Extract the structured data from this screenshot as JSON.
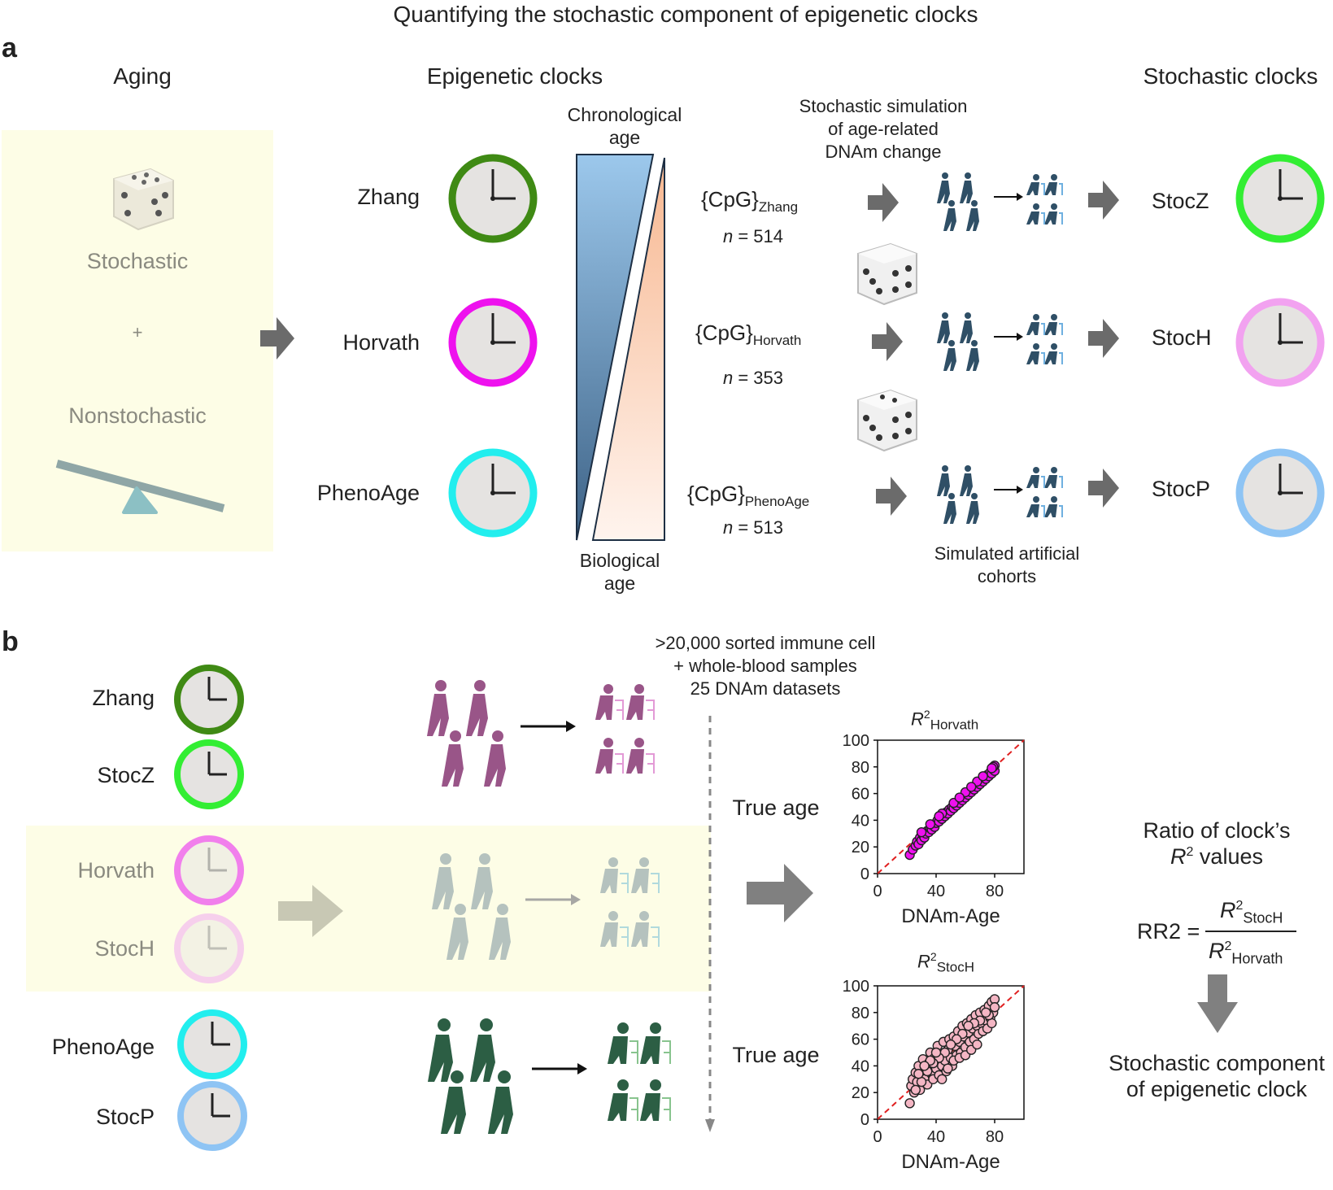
{
  "title": "Quantifying the stochastic component of epigenetic clocks",
  "panel_a": {
    "letter": "a",
    "aging_header": "Aging",
    "aging_stochastic": "Stochastic",
    "aging_plus": "+",
    "aging_nonstochastic": "Nonstochastic",
    "epi_header": "Epigenetic clocks",
    "stoch_header": "Stochastic clocks",
    "chrono_line1": "Chronological",
    "chrono_line2": "age",
    "bio_line1": "Biological",
    "bio_line2": "age",
    "sim_line1": "Stochastic simulation",
    "sim_line2": "of age-related",
    "sim_line3": "DNAm change",
    "cohorts_line1": "Simulated artificial",
    "cohorts_line2": "cohorts",
    "clocks": [
      {
        "name": "Zhang",
        "cpg_main": "{CpG}",
        "cpg_sub": "Zhang",
        "n_label": "n",
        "n_value": " = 514",
        "stoc": "StocZ",
        "color": "#3f8a14",
        "stoc_color": "#33ee33"
      },
      {
        "name": "Horvath",
        "cpg_main": "{CpG}",
        "cpg_sub": "Horvath",
        "n_label": "n",
        "n_value": " = 353",
        "stoc": "StocH",
        "color": "#ee11ee",
        "stoc_color": "#f2a2f0"
      },
      {
        "name": "PhenoAge",
        "cpg_main": "{CpG}",
        "cpg_sub": "PhenoAge",
        "n_label": "n",
        "n_value": " = 513",
        "stoc": "StocP",
        "color": "#22eeee",
        "stoc_color": "#8ec4f4"
      }
    ]
  },
  "panel_b": {
    "letter": "b",
    "clock_labels": [
      "Zhang",
      "StocZ",
      "Horvath",
      "StocH",
      "PhenoAge",
      "StocP"
    ],
    "samples_line1": ">20,000 sorted immune cell",
    "samples_line2": "+ whole-blood samples",
    "samples_line3": "25 DNAm datasets",
    "true_age": "True age",
    "ratio_line1": "Ratio of clock’s",
    "ratio_r": "R",
    "ratio_sup": "2",
    "ratio_line2_rest": " values",
    "rr2_label": "RR2 =",
    "num_r": "R",
    "num_sup": "2",
    "num_sub": "StocH",
    "den_r": "R",
    "den_sup": "2",
    "den_sub": "Horvath",
    "component_line1": "Stochastic component",
    "component_line2": "of epigenetic clock"
  },
  "chart_data": [
    {
      "type": "scatter",
      "title_r": "R",
      "title_sup": "2",
      "title_sub": "Horvath",
      "xlabel": "DNAm-Age",
      "ylabel": "True age",
      "xlim": [
        0,
        100
      ],
      "ylim": [
        0,
        100
      ],
      "xticks": [
        0,
        40,
        80
      ],
      "yticks": [
        0,
        20,
        40,
        60,
        80,
        100
      ],
      "tick_labels_x": [
        "0",
        "40",
        "80"
      ],
      "tick_labels_y": [
        "0",
        "20",
        "40",
        "60",
        "80",
        "100"
      ],
      "point_color": "#ee11ee",
      "reference_line": "y = x (red dashed)",
      "points": [
        [
          22,
          14
        ],
        [
          24,
          18
        ],
        [
          26,
          21
        ],
        [
          27,
          24
        ],
        [
          28,
          22
        ],
        [
          29,
          27
        ],
        [
          30,
          25
        ],
        [
          31,
          29
        ],
        [
          32,
          27
        ],
        [
          33,
          30
        ],
        [
          34,
          32
        ],
        [
          35,
          31
        ],
        [
          36,
          34
        ],
        [
          37,
          33
        ],
        [
          38,
          36
        ],
        [
          39,
          35
        ],
        [
          40,
          38
        ],
        [
          41,
          40
        ],
        [
          42,
          39
        ],
        [
          43,
          42
        ],
        [
          44,
          41
        ],
        [
          45,
          44
        ],
        [
          46,
          43
        ],
        [
          47,
          46
        ],
        [
          48,
          45
        ],
        [
          49,
          48
        ],
        [
          50,
          47
        ],
        [
          51,
          50
        ],
        [
          52,
          49
        ],
        [
          53,
          52
        ],
        [
          54,
          51
        ],
        [
          55,
          54
        ],
        [
          56,
          53
        ],
        [
          57,
          56
        ],
        [
          58,
          55
        ],
        [
          59,
          58
        ],
        [
          60,
          57
        ],
        [
          61,
          60
        ],
        [
          62,
          59
        ],
        [
          63,
          62
        ],
        [
          64,
          61
        ],
        [
          65,
          64
        ],
        [
          66,
          63
        ],
        [
          67,
          66
        ],
        [
          68,
          65
        ],
        [
          69,
          68
        ],
        [
          70,
          67
        ],
        [
          71,
          70
        ],
        [
          72,
          69
        ],
        [
          73,
          72
        ],
        [
          74,
          71
        ],
        [
          75,
          74
        ],
        [
          76,
          73
        ],
        [
          77,
          76
        ],
        [
          78,
          75
        ],
        [
          79,
          78
        ],
        [
          80,
          77
        ],
        [
          80,
          81
        ],
        [
          79,
          80
        ],
        [
          78,
          79
        ],
        [
          36,
          37
        ],
        [
          44,
          45
        ],
        [
          52,
          53
        ],
        [
          60,
          61
        ],
        [
          68,
          69
        ],
        [
          30,
          31
        ],
        [
          42,
          43
        ],
        [
          56,
          57
        ],
        [
          64,
          65
        ],
        [
          72,
          73
        ]
      ]
    },
    {
      "type": "scatter",
      "title_r": "R",
      "title_sup": "2",
      "title_sub": "StocH",
      "xlabel": "DNAm-Age",
      "ylabel": "True age",
      "xlim": [
        0,
        100
      ],
      "ylim": [
        0,
        100
      ],
      "xticks": [
        0,
        40,
        80
      ],
      "yticks": [
        0,
        20,
        40,
        60,
        80,
        100
      ],
      "tick_labels_x": [
        "0",
        "40",
        "80"
      ],
      "tick_labels_y": [
        "0",
        "20",
        "40",
        "60",
        "80",
        "100"
      ],
      "point_color": "#f4b6c4",
      "reference_line": "y = x (red dashed)",
      "points": [
        [
          22,
          12
        ],
        [
          23,
          25
        ],
        [
          24,
          30
        ],
        [
          25,
          20
        ],
        [
          26,
          35
        ],
        [
          27,
          28
        ],
        [
          28,
          40
        ],
        [
          29,
          22
        ],
        [
          30,
          33
        ],
        [
          31,
          45
        ],
        [
          32,
          30
        ],
        [
          33,
          38
        ],
        [
          34,
          26
        ],
        [
          35,
          42
        ],
        [
          36,
          50
        ],
        [
          37,
          35
        ],
        [
          38,
          30
        ],
        [
          39,
          46
        ],
        [
          40,
          38
        ],
        [
          41,
          55
        ],
        [
          42,
          33
        ],
        [
          43,
          48
        ],
        [
          44,
          40
        ],
        [
          45,
          58
        ],
        [
          46,
          44
        ],
        [
          47,
          36
        ],
        [
          48,
          52
        ],
        [
          49,
          60
        ],
        [
          50,
          46
        ],
        [
          51,
          40
        ],
        [
          52,
          62
        ],
        [
          53,
          55
        ],
        [
          54,
          48
        ],
        [
          55,
          66
        ],
        [
          56,
          58
        ],
        [
          57,
          50
        ],
        [
          58,
          70
        ],
        [
          59,
          62
        ],
        [
          60,
          54
        ],
        [
          61,
          72
        ],
        [
          62,
          65
        ],
        [
          63,
          58
        ],
        [
          64,
          75
        ],
        [
          65,
          68
        ],
        [
          66,
          60
        ],
        [
          67,
          78
        ],
        [
          68,
          70
        ],
        [
          69,
          64
        ],
        [
          70,
          80
        ],
        [
          71,
          72
        ],
        [
          72,
          66
        ],
        [
          73,
          82
        ],
        [
          74,
          74
        ],
        [
          75,
          68
        ],
        [
          76,
          85
        ],
        [
          77,
          76
        ],
        [
          78,
          88
        ],
        [
          79,
          80
        ],
        [
          80,
          90
        ],
        [
          80,
          84
        ],
        [
          78,
          72
        ],
        [
          76,
          78
        ],
        [
          74,
          80
        ],
        [
          70,
          74
        ],
        [
          66,
          72
        ],
        [
          62,
          70
        ],
        [
          58,
          64
        ],
        [
          54,
          60
        ],
        [
          50,
          56
        ],
        [
          46,
          50
        ],
        [
          42,
          46
        ],
        [
          38,
          42
        ],
        [
          34,
          36
        ],
        [
          30,
          28
        ],
        [
          26,
          22
        ],
        [
          44,
          30
        ],
        [
          48,
          38
        ],
        [
          52,
          44
        ],
        [
          56,
          46
        ],
        [
          60,
          48
        ],
        [
          64,
          52
        ],
        [
          68,
          56
        ],
        [
          36,
          44
        ],
        [
          40,
          50
        ],
        [
          32,
          40
        ],
        [
          28,
          34
        ]
      ]
    }
  ]
}
